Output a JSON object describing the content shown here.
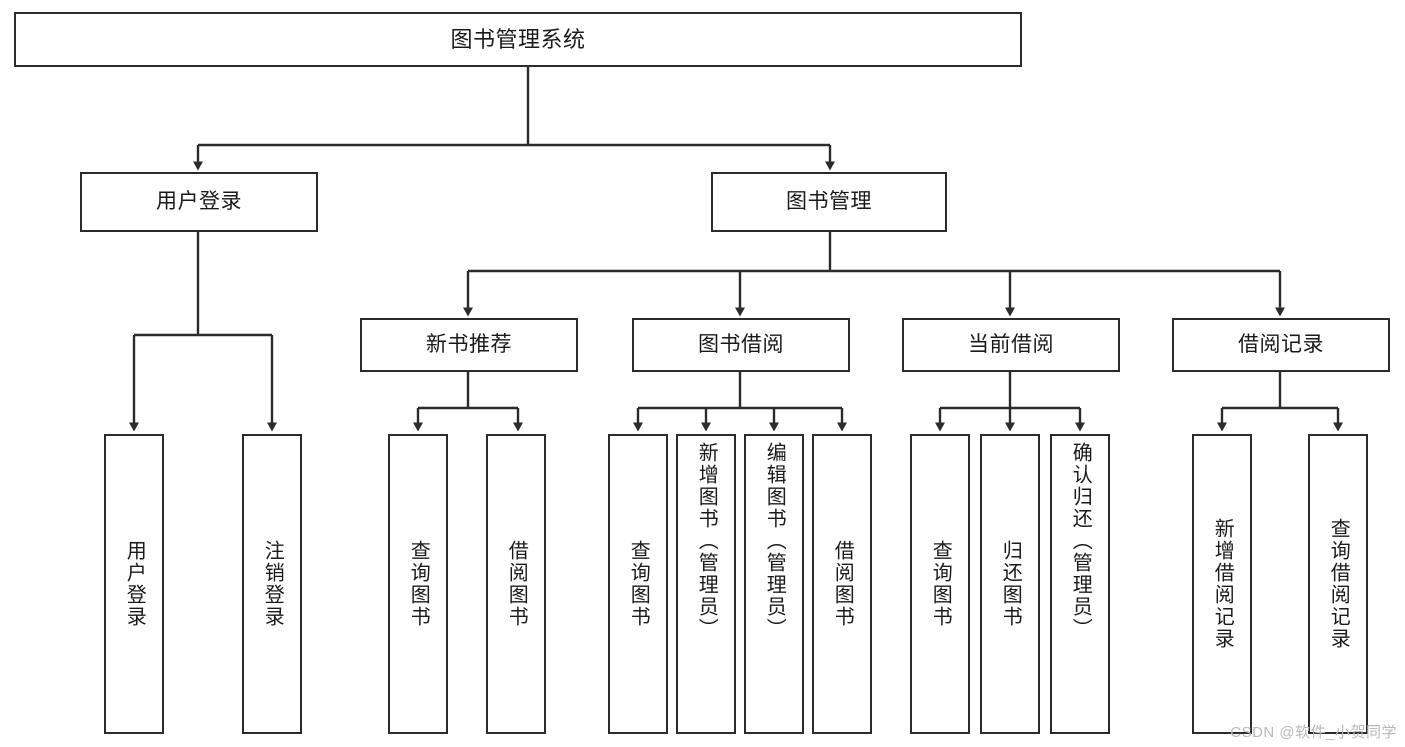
{
  "diagram": {
    "title_node": {
      "label": "图书管理系统"
    },
    "level1": [
      {
        "id": "user-login",
        "label": "用户登录"
      },
      {
        "id": "book-management",
        "label": "图书管理"
      }
    ],
    "level2": [
      {
        "id": "new-book-recommend",
        "label": "新书推荐"
      },
      {
        "id": "book-borrow",
        "label": "图书借阅"
      },
      {
        "id": "current-borrow",
        "label": "当前借阅"
      },
      {
        "id": "borrow-record",
        "label": "借阅记录"
      }
    ],
    "leaves": {
      "user_login": [
        {
          "id": "leaf-user-login",
          "label": "用户登录"
        },
        {
          "id": "leaf-logout-login",
          "label": "注销登录"
        }
      ],
      "new_book_recommend": [
        {
          "id": "leaf-query-book-1",
          "label": "查询图书"
        },
        {
          "id": "leaf-borrow-book-1",
          "label": "借阅图书"
        }
      ],
      "book_borrow": [
        {
          "id": "leaf-query-book-2",
          "label": "查询图书"
        },
        {
          "id": "leaf-add-book-admin",
          "label": "新增图书（管理员）"
        },
        {
          "id": "leaf-edit-book-admin",
          "label": "编辑图书（管理员）"
        },
        {
          "id": "leaf-borrow-book-2",
          "label": "借阅图书"
        }
      ],
      "current_borrow": [
        {
          "id": "leaf-query-book-3",
          "label": "查询图书"
        },
        {
          "id": "leaf-return-book",
          "label": "归还图书"
        },
        {
          "id": "leaf-confirm-return-admin",
          "label": "确认归还（管理员）"
        }
      ],
      "borrow_record": [
        {
          "id": "leaf-add-borrow-record",
          "label": "新增借阅记录"
        },
        {
          "id": "leaf-query-borrow-record",
          "label": "查询借阅记录"
        }
      ]
    }
  },
  "watermark": {
    "text": "CSDN @软件_小贺同学"
  },
  "colors": {
    "stroke": "#2b2b2b",
    "background": "#ffffff",
    "text": "#1a1a1a",
    "watermark": "#b9b9b9"
  }
}
